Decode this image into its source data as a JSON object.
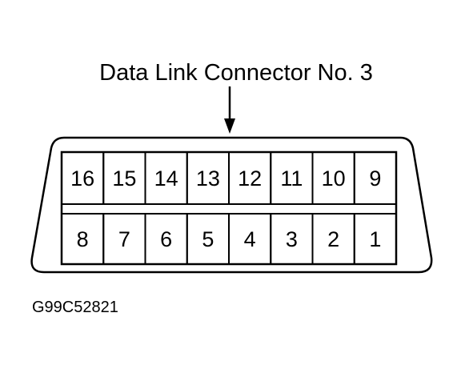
{
  "title": "Data Link Connector No. 3",
  "figure_code": "G99C52821",
  "pins": {
    "top_row": [
      "16",
      "15",
      "14",
      "13",
      "12",
      "11",
      "10",
      "9"
    ],
    "bottom_row": [
      "8",
      "7",
      "6",
      "5",
      "4",
      "3",
      "2",
      "1"
    ]
  }
}
